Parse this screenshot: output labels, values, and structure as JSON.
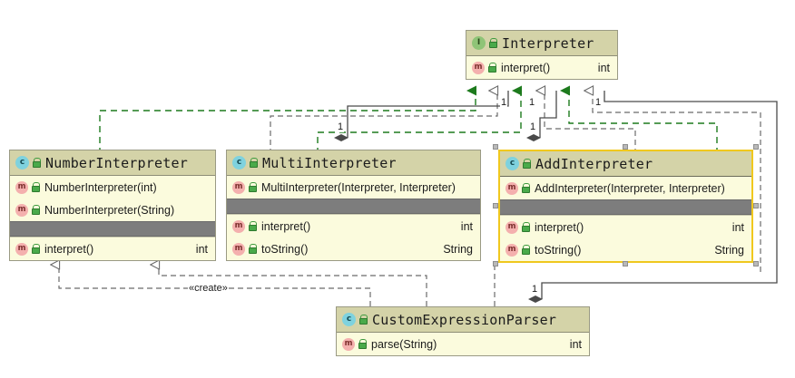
{
  "diagram": {
    "title": "UML Class Diagram",
    "colors": {
      "node_fill": "#fbfbdd",
      "node_header": "#d4d3a8",
      "node_border": "#9a9a84",
      "selected_border": "#f0c81e",
      "separator_band": "#7d7d7d",
      "realization_edge": "#1d7a1d",
      "dependency_edge": "#6b6b6b",
      "composition_edge": "#4a4a4a",
      "interface_icon": "#8fc477",
      "class_icon": "#7fd2de",
      "method_icon": "#f4b0ae"
    }
  },
  "nodes": [
    {
      "id": "interpreter",
      "name": "Interpreter",
      "kind_glyph": "I",
      "kind_label": "interface",
      "icon_name": "interface-icon",
      "visibility_icon": "public-lock-icon",
      "selected": false,
      "compartments": [
        {
          "separator": false,
          "members": [
            {
              "glyph": "m",
              "icon_name": "method-icon",
              "name": "interpret()",
              "type": "int"
            }
          ]
        }
      ]
    },
    {
      "id": "number-interpreter",
      "name": "NumberInterpreter",
      "kind_glyph": "c",
      "kind_label": "class",
      "icon_name": "class-icon",
      "visibility_icon": "public-lock-icon",
      "selected": false,
      "compartments": [
        {
          "separator": false,
          "members": [
            {
              "glyph": "m",
              "icon_name": "method-icon",
              "name": "NumberInterpreter(int)",
              "type": ""
            },
            {
              "glyph": "m",
              "icon_name": "method-icon",
              "name": "NumberInterpreter(String)",
              "type": ""
            }
          ]
        },
        {
          "separator": true,
          "members": []
        },
        {
          "separator": false,
          "members": [
            {
              "glyph": "m",
              "icon_name": "method-icon",
              "name": "interpret()",
              "type": "int"
            }
          ]
        }
      ]
    },
    {
      "id": "multi-interpreter",
      "name": "MultiInterpreter",
      "kind_glyph": "c",
      "kind_label": "class",
      "icon_name": "class-icon",
      "visibility_icon": "public-lock-icon",
      "selected": false,
      "compartments": [
        {
          "separator": false,
          "members": [
            {
              "glyph": "m",
              "icon_name": "method-icon",
              "name": "MultiInterpreter(Interpreter, Interpreter)",
              "type": ""
            }
          ]
        },
        {
          "separator": true,
          "members": []
        },
        {
          "separator": false,
          "members": [
            {
              "glyph": "m",
              "icon_name": "method-icon",
              "name": "interpret()",
              "type": "int"
            },
            {
              "glyph": "m",
              "icon_name": "method-icon",
              "name": "toString()",
              "type": "String"
            }
          ]
        }
      ]
    },
    {
      "id": "add-interpreter",
      "name": "AddInterpreter",
      "kind_glyph": "c",
      "kind_label": "class",
      "icon_name": "class-icon",
      "visibility_icon": "public-lock-icon",
      "selected": true,
      "compartments": [
        {
          "separator": false,
          "members": [
            {
              "glyph": "m",
              "icon_name": "method-icon",
              "name": "AddInterpreter(Interpreter, Interpreter)",
              "type": ""
            }
          ]
        },
        {
          "separator": true,
          "members": []
        },
        {
          "separator": false,
          "members": [
            {
              "glyph": "m",
              "icon_name": "method-icon",
              "name": "interpret()",
              "type": "int"
            },
            {
              "glyph": "m",
              "icon_name": "method-icon",
              "name": "toString()",
              "type": "String"
            }
          ]
        }
      ]
    },
    {
      "id": "custom-expression-parser",
      "name": "CustomExpressionParser",
      "kind_glyph": "c",
      "kind_label": "class",
      "icon_name": "class-icon",
      "visibility_icon": "public-lock-icon",
      "selected": false,
      "compartments": [
        {
          "separator": false,
          "members": [
            {
              "glyph": "m",
              "icon_name": "method-icon",
              "name": "parse(String)",
              "type": "int"
            }
          ]
        }
      ]
    }
  ],
  "edge_labels": {
    "multiplicity_multi_source": "1",
    "multiplicity_add_source": "1",
    "multiplicity_multi_target": "1",
    "multiplicity_add_target": "1",
    "multiplicity_parser_target": "1",
    "create_stereotype": "«create»"
  },
  "relationships": [
    {
      "from": "NumberInterpreter",
      "to": "Interpreter",
      "type": "realization",
      "label": ""
    },
    {
      "from": "MultiInterpreter",
      "to": "Interpreter",
      "type": "realization",
      "label": ""
    },
    {
      "from": "AddInterpreter",
      "to": "Interpreter",
      "type": "realization",
      "label": ""
    },
    {
      "from": "MultiInterpreter",
      "to": "Interpreter",
      "type": "dependency",
      "label": "1"
    },
    {
      "from": "AddInterpreter",
      "to": "Interpreter",
      "type": "dependency",
      "label": "1"
    },
    {
      "from": "Interpreter",
      "to": "MultiInterpreter",
      "type": "composition",
      "label": "1"
    },
    {
      "from": "Interpreter",
      "to": "AddInterpreter",
      "type": "composition",
      "label": "1"
    },
    {
      "from": "CustomExpressionParser",
      "to": "NumberInterpreter",
      "type": "dependency",
      "label": "«create»"
    },
    {
      "from": "CustomExpressionParser",
      "to": "Interpreter",
      "type": "composition",
      "label": "1"
    }
  ]
}
